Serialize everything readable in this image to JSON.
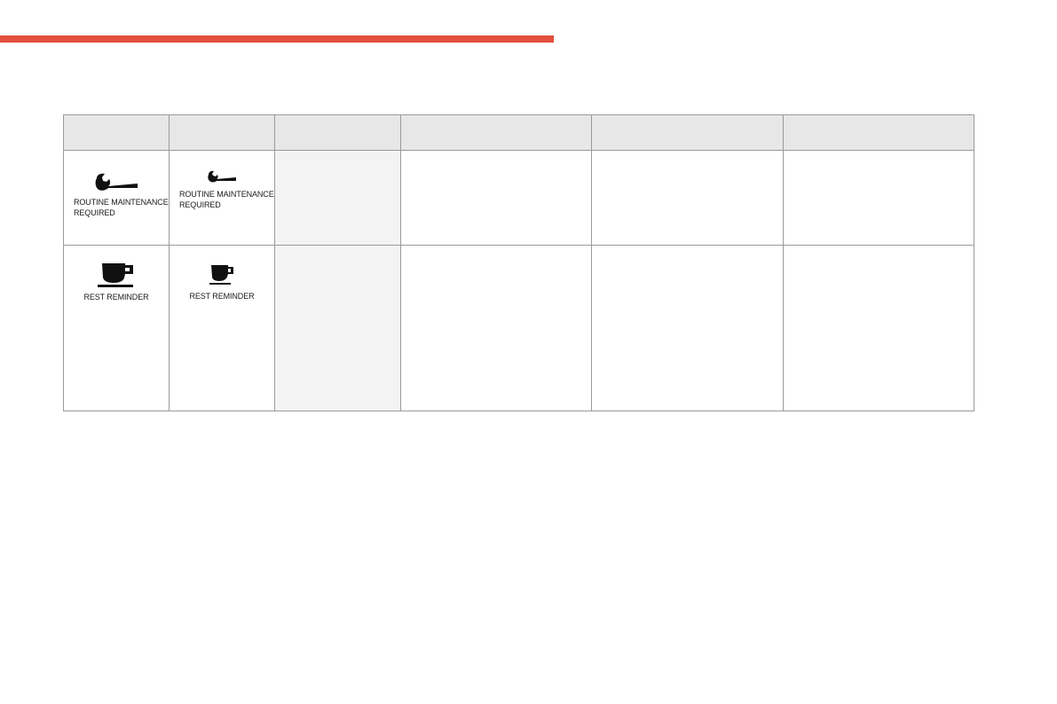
{
  "colors": {
    "accent_bar": "#e34f3c",
    "header_bg": "#e6e7e6",
    "shaded_column_bg": "#f3f3f3",
    "icon_fill": "#111111",
    "border": "#9a9a9a"
  },
  "table": {
    "headers": [
      "",
      "",
      "",
      "",
      "",
      ""
    ],
    "rows": [
      {
        "icon_large": "wrench-icon",
        "label_large": "ROUTINE MAINTENANCE\nREQUIRED",
        "icon_small": "wrench-icon",
        "label_small": "ROUTINE MAINTENANCE\nREQUIRED",
        "cells": [
          "",
          "",
          "",
          ""
        ]
      },
      {
        "icon_large": "coffee-cup-icon",
        "label_large": "REST REMINDER",
        "icon_small": "coffee-cup-icon",
        "label_small": "REST REMINDER",
        "cells": [
          "",
          "",
          "",
          ""
        ]
      }
    ]
  }
}
